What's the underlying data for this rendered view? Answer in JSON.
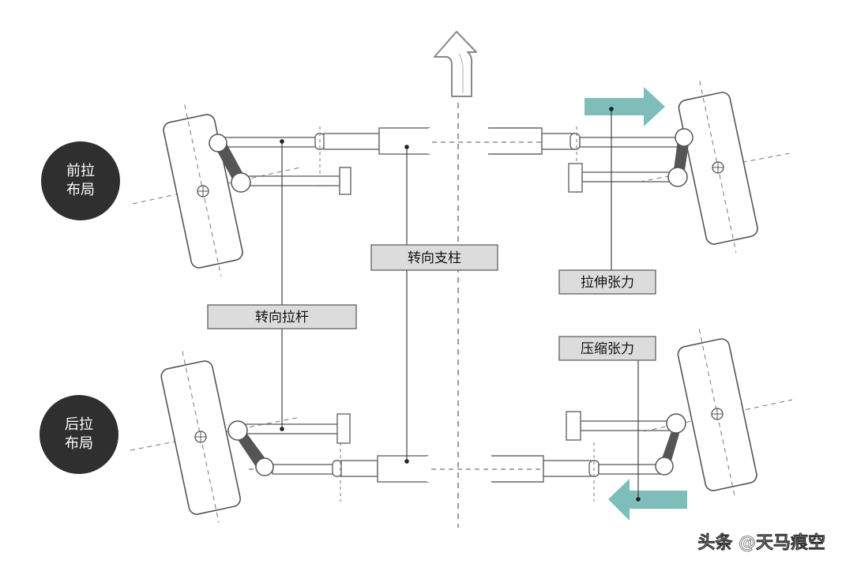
{
  "badges": {
    "front_line1": "前拉",
    "front_line2": "布局",
    "rear_line1": "后拉",
    "rear_line2": "布局"
  },
  "labels": {
    "steering_column": "转向支柱",
    "tie_rod": "转向拉杆",
    "tension_force": "拉伸张力",
    "compression_force": "压缩张力"
  },
  "watermark": "头条 @天马痕空",
  "colors": {
    "line": "#666666",
    "light_line": "#999999",
    "dark_part": "#555555",
    "arrow_teal": "#7fbdbb",
    "arrow_outline": "#888888",
    "label_fill": "#dcdcdc",
    "label_border": "#555555",
    "badge_fill": "#2f2f2f",
    "badge_text": "#ffffff"
  }
}
